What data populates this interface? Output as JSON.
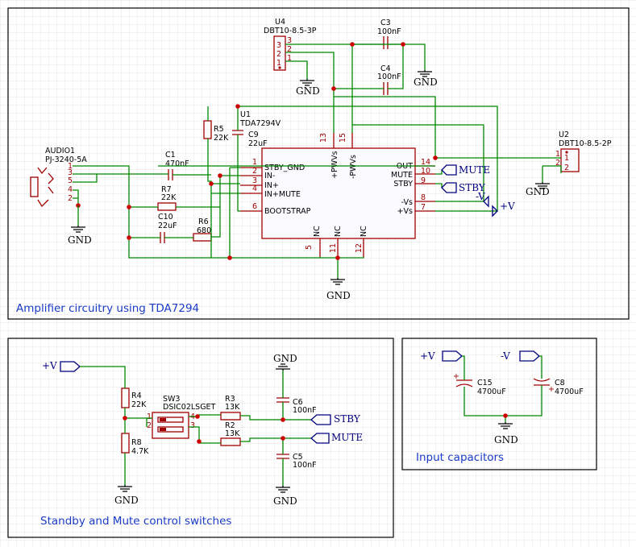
{
  "sections": {
    "amplifier": "Amplifier circuitry using TDA7294",
    "switches": "Standby and Mute control switches",
    "input_caps": "Input capacitors"
  },
  "gnd": "GND",
  "nets": {
    "pv": "+V",
    "nv": "-V",
    "mute": "MUTE",
    "stby": "STBY"
  },
  "components": {
    "u1": {
      "ref": "U1",
      "value": "TDA7294V"
    },
    "u2": {
      "ref": "U2",
      "value": "DBT10-8.5-2P"
    },
    "u4": {
      "ref": "U4",
      "value": "DBT10-8.5-3P"
    },
    "audio1": {
      "ref": "AUDIO1",
      "value": "PJ-3240-5A"
    },
    "c1": {
      "ref": "C1",
      "value": "470nF"
    },
    "c3": {
      "ref": "C3",
      "value": "100nF"
    },
    "c4": {
      "ref": "C4",
      "value": "100nF"
    },
    "c5": {
      "ref": "C5",
      "value": "100nF"
    },
    "c6": {
      "ref": "C6",
      "value": "100nF"
    },
    "c8": {
      "ref": "C8",
      "value": "4700uF"
    },
    "c9": {
      "ref": "C9",
      "value": "22uF"
    },
    "c10": {
      "ref": "C10",
      "value": "22uF"
    },
    "c15": {
      "ref": "C15",
      "value": "4700uF"
    },
    "r2": {
      "ref": "R2",
      "value": "13K"
    },
    "r3": {
      "ref": "R3",
      "value": "13K"
    },
    "r4": {
      "ref": "R4",
      "value": "22K"
    },
    "r5": {
      "ref": "R5",
      "value": "22K"
    },
    "r6": {
      "ref": "R6",
      "value": "680"
    },
    "r7": {
      "ref": "R7",
      "value": "22K"
    },
    "r8": {
      "ref": "R8",
      "value": "4.7K"
    },
    "sw3": {
      "ref": "SW3",
      "value": "DSIC02LSGET"
    }
  },
  "u1_pins": {
    "left": [
      {
        "num": "1",
        "name": "STBY_GND"
      },
      {
        "num": "2",
        "name": "IN-"
      },
      {
        "num": "3",
        "name": "IN+"
      },
      {
        "num": "4",
        "name": "IN+MUTE"
      },
      {
        "num": "6",
        "name": "BOOTSTRAP"
      }
    ],
    "right": [
      {
        "num": "14",
        "name": "OUT"
      },
      {
        "num": "10",
        "name": "MUTE"
      },
      {
        "num": "9",
        "name": "STBY"
      },
      {
        "num": "8",
        "name": "-Vs"
      },
      {
        "num": "7",
        "name": "+Vs"
      }
    ],
    "top": [
      {
        "num": "13",
        "name": "+PWVs"
      },
      {
        "num": "15",
        "name": "-PWVs"
      }
    ],
    "bottom": [
      {
        "num": "5",
        "name": "NC"
      },
      {
        "num": "11",
        "name": "NC"
      },
      {
        "num": "12",
        "name": "NC"
      }
    ]
  },
  "connector_pins": {
    "u4": [
      "3",
      "2",
      "1"
    ],
    "u2_outer": [
      "1",
      "2"
    ],
    "u2_inner": [
      "1",
      "2"
    ],
    "audio1": [
      "1",
      "3",
      "5",
      "4",
      "2"
    ],
    "sw3": [
      "1",
      "2",
      "4",
      "3"
    ]
  }
}
